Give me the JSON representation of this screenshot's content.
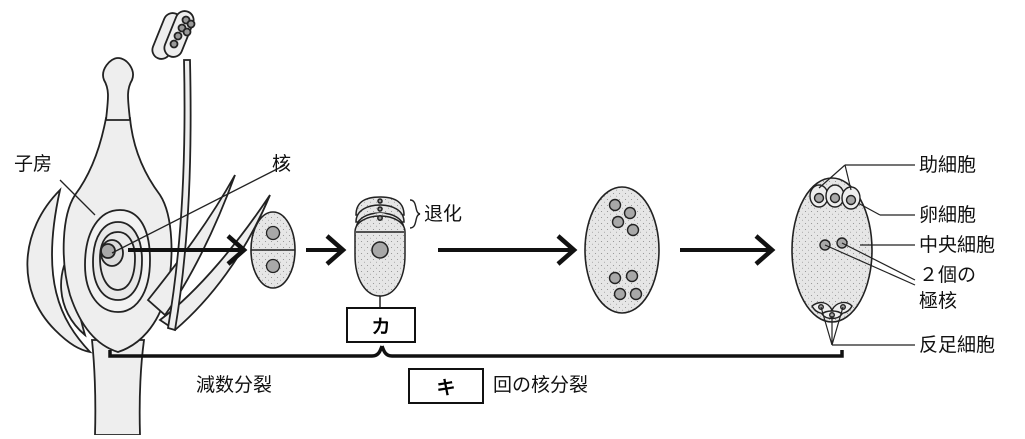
{
  "labels": {
    "ovary": "子房",
    "nucleus": "核",
    "degeneration": "退化",
    "synergid": "助細胞",
    "egg_cell": "卵細胞",
    "central_cell": "中央細胞",
    "polar_nuclei_line1": "２個の",
    "polar_nuclei_line2": "極核",
    "antipodal": "反足細胞",
    "meiosis": "減数分裂",
    "box_ka": "カ",
    "box_ki": "キ",
    "nuclear_division": "回の核分裂"
  },
  "colors": {
    "stroke": "#222222",
    "plant_fill": "#eeeeee",
    "cell_fill": "#e4e4e4",
    "nucleus_fill": "#a8a8a8"
  }
}
